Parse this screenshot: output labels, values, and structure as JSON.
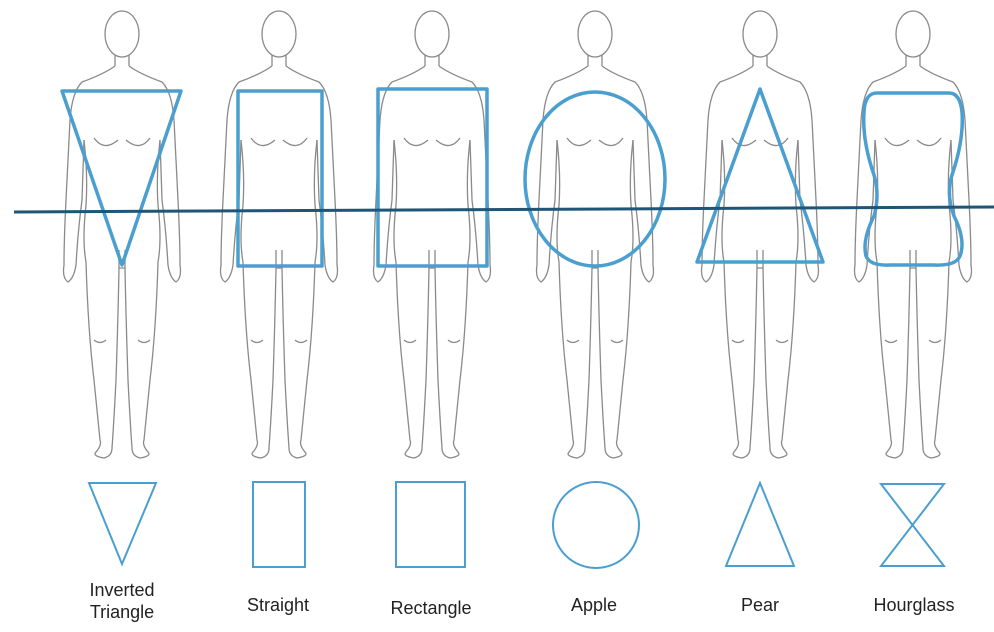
{
  "body_types": [
    {
      "id": "inverted-triangle",
      "label": "Inverted\nTriangle",
      "shape": "inverted-triangle"
    },
    {
      "id": "straight",
      "label": "Straight",
      "shape": "narrow-rectangle"
    },
    {
      "id": "rectangle",
      "label": "Rectangle",
      "shape": "rectangle"
    },
    {
      "id": "apple",
      "label": "Apple",
      "shape": "circle"
    },
    {
      "id": "pear",
      "label": "Pear",
      "shape": "triangle"
    },
    {
      "id": "hourglass",
      "label": "Hourglass",
      "shape": "hourglass"
    }
  ],
  "colors": {
    "shape_outline": "#4a9fd0",
    "figure_outline": "#8a8a8a",
    "reference_line": "#1f5577",
    "text": "#222222"
  }
}
